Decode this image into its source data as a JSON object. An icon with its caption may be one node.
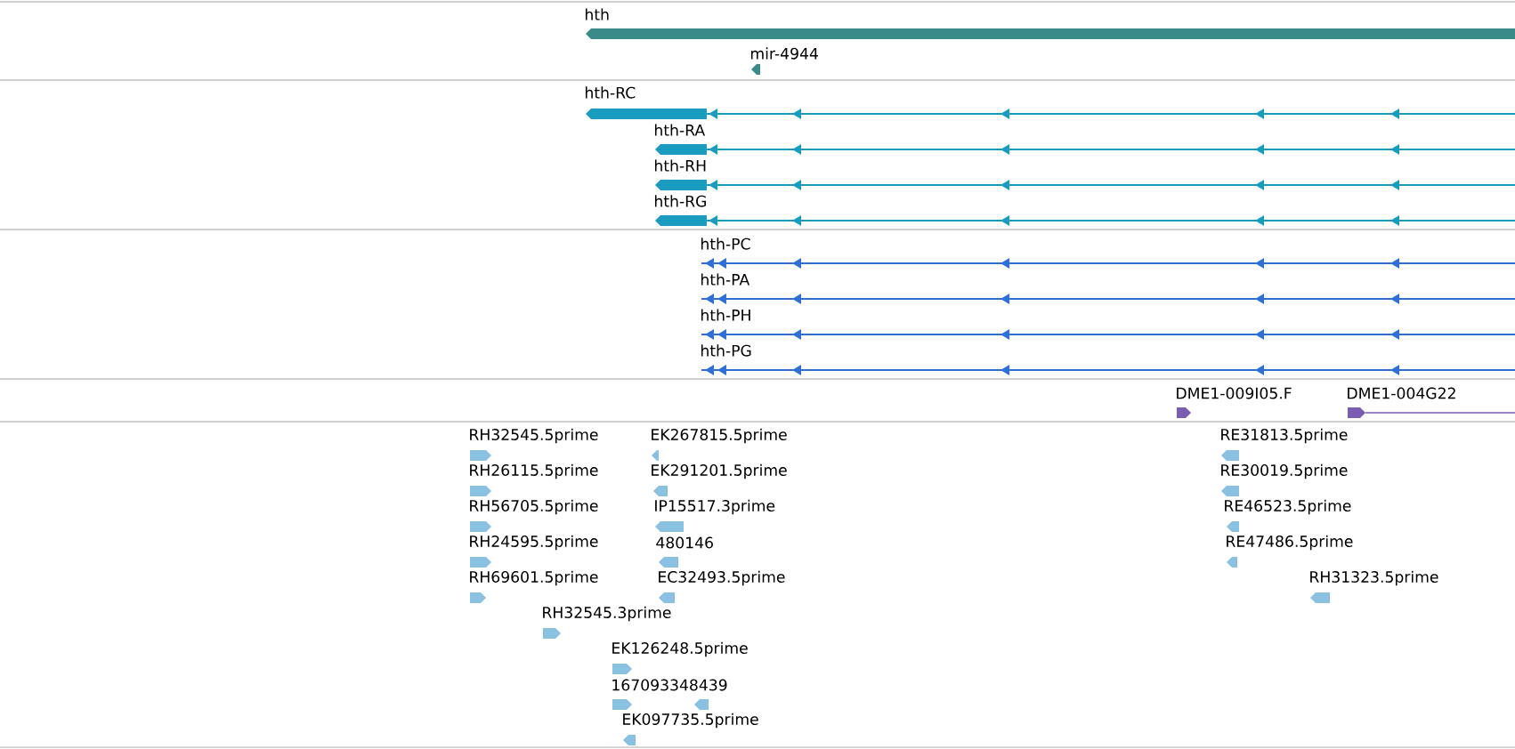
{
  "diagram": {
    "nodes": [
      {
        "text": [
          "hth"
        ]
      },
      {
        "text": [
          "mir-4944"
        ]
      },
      {
        "text": [
          "hth-RC"
        ]
      },
      {
        "text": [
          "hth-RA"
        ]
      },
      {
        "text": [
          "hth-RH"
        ]
      },
      {
        "text": [
          "hth-RG"
        ]
      },
      {
        "text": [
          "hth-PC"
        ]
      },
      {
        "text": [
          "hth-PA"
        ]
      },
      {
        "text": [
          "hth-PH"
        ]
      },
      {
        "text": [
          "hth-PG"
        ]
      },
      {
        "text": [
          "DME1-009I05.F"
        ]
      },
      {
        "text": [
          "DME1-004G22"
        ]
      },
      {
        "text": [
          "RH32545.5prime"
        ]
      },
      {
        "text": [
          "EK267815.5prime"
        ]
      },
      {
        "text": [
          "RH26115.5prime"
        ]
      },
      {
        "text": [
          "EK291201.5prime"
        ]
      },
      {
        "text": [
          "RH56705.5prime"
        ]
      },
      {
        "text": [
          "IP15517.3prime"
        ]
      },
      {
        "text": [
          "RH24595.5prime"
        ]
      },
      {
        "text": [
          "480146"
        ]
      },
      {
        "text": [
          "RH69601.5prime"
        ]
      },
      {
        "text": [
          "EC32493.5prime"
        ]
      },
      {
        "text": [
          "RH32545.3prime"
        ]
      },
      {
        "text": [
          "EK126248.5prime"
        ]
      },
      {
        "text": [
          "167093348439"
        ]
      },
      {
        "text": [
          "EK097735.5prime"
        ]
      },
      {
        "text": [
          "RE31813.5prime"
        ]
      },
      {
        "text": [
          "RE30019.5prime"
        ]
      },
      {
        "text": [
          "RE46523.5prime"
        ]
      },
      {
        "text": [
          "RE47486.5prime"
        ]
      },
      {
        "text": [
          "RH31323.5prime"
        ]
      }
    ]
  }
}
